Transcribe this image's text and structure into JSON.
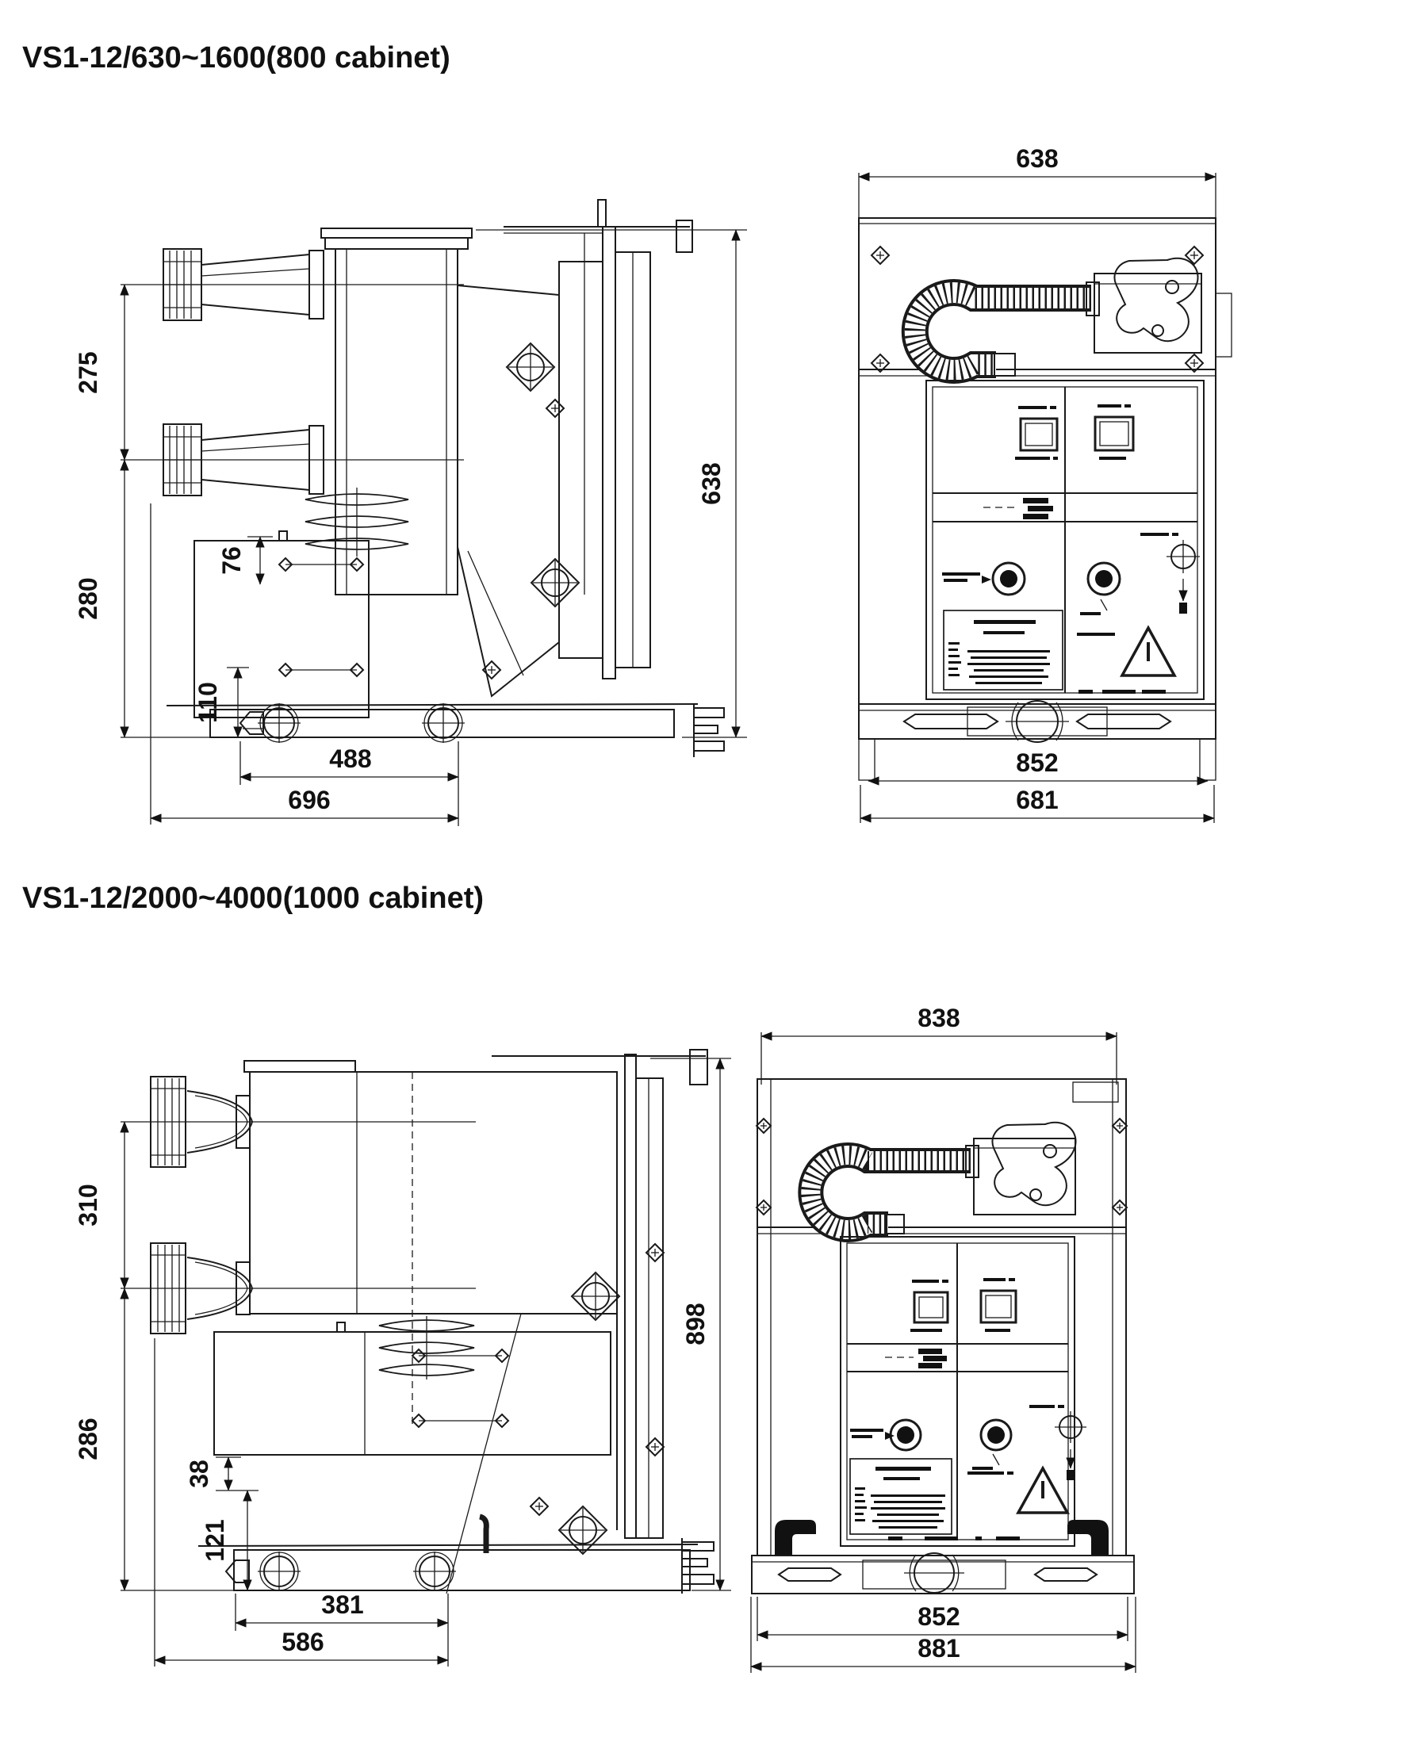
{
  "titles": {
    "s1": "VS1-12/630~1600(800 cabinet)",
    "s2": "VS1-12/2000~4000(1000 cabinet)"
  },
  "s1": {
    "side": {
      "pole_pitch": "275",
      "lower_height": "280",
      "box_offset": "76",
      "base_height": "110",
      "wheel_span": "488",
      "overall_depth": "696",
      "overall_height": "638"
    },
    "front": {
      "overall_width": "638",
      "mid_width": "852",
      "bottom_width": "681"
    }
  },
  "s2": {
    "side": {
      "pole_pitch": "310",
      "lower_height": "286",
      "box_offset": "38",
      "base_height": "121",
      "wheel_span": "381",
      "overall_depth": "586",
      "overall_height": "898"
    },
    "front": {
      "overall_width": "838",
      "mid_width": "852",
      "bottom_width": "881"
    }
  },
  "colors": {
    "line": "#1a1a1a",
    "text": "#111111",
    "bg": "#ffffff"
  }
}
